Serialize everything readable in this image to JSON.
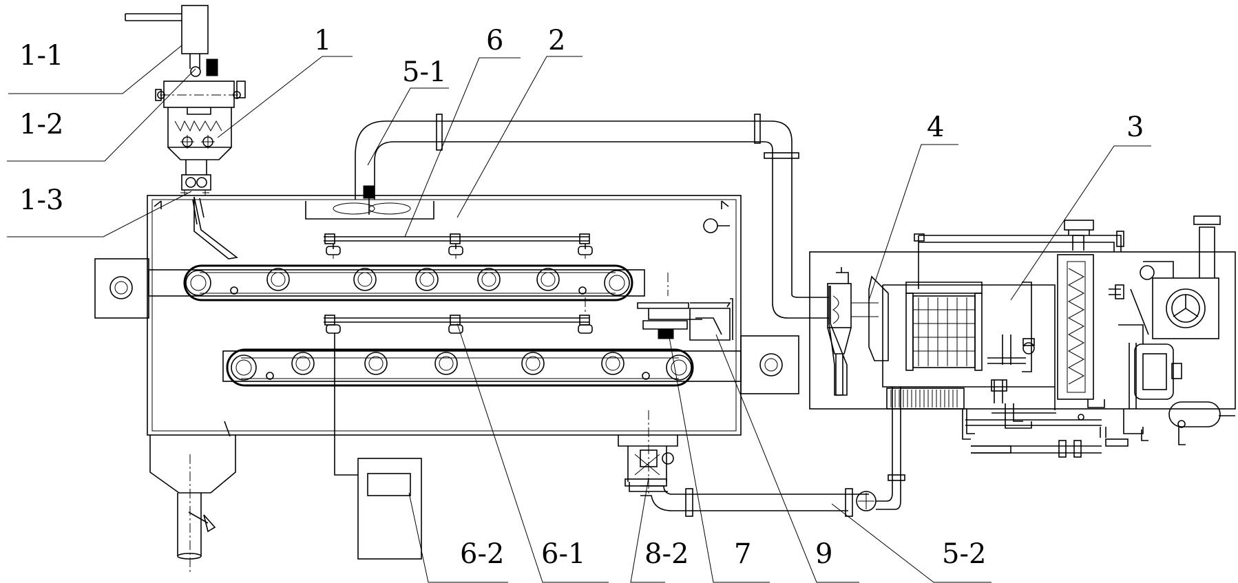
{
  "figure": {
    "labels": {
      "l1_1": "1-1",
      "l1": "1",
      "l1_2": "1-2",
      "l1_3": "1-3",
      "l5_1": "5-1",
      "l6": "6",
      "l2": "2",
      "l4": "4",
      "l3": "3",
      "l6_2": "6-2",
      "l6_1": "6-1",
      "l8_2": "8-2",
      "l7": "7",
      "l9": "9",
      "l5_2": "5-2"
    }
  }
}
